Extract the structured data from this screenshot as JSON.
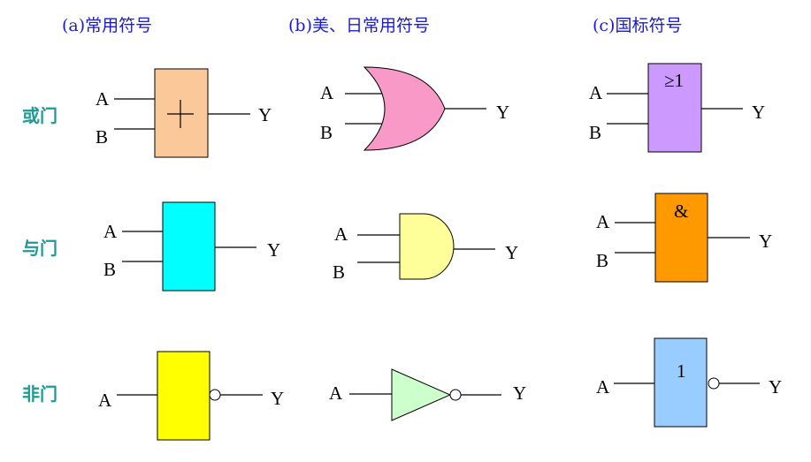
{
  "headers": {
    "common": "(a)常用符号",
    "us_japan": "(b)美、日常用符号",
    "national": "(c)国标符号"
  },
  "rows": {
    "or": "或门",
    "and": "与门",
    "not": "非门"
  },
  "pins": {
    "a": "A",
    "b": "B",
    "y": "Y"
  },
  "symbols": {
    "or_plus": "+",
    "or_national": "≥1",
    "and_national": "&",
    "not_national": "1"
  },
  "colors": {
    "header": "#1a1adb",
    "row_label": "#1f9a96",
    "or_common": "#fac899",
    "or_us": "#f899c8",
    "or_national": "#cc99ff",
    "and_common": "#00ffff",
    "and_us": "#ffff99",
    "and_national": "#ff9900",
    "not_common": "#ffff00",
    "not_us": "#ccffcc",
    "not_national": "#99ccff"
  }
}
